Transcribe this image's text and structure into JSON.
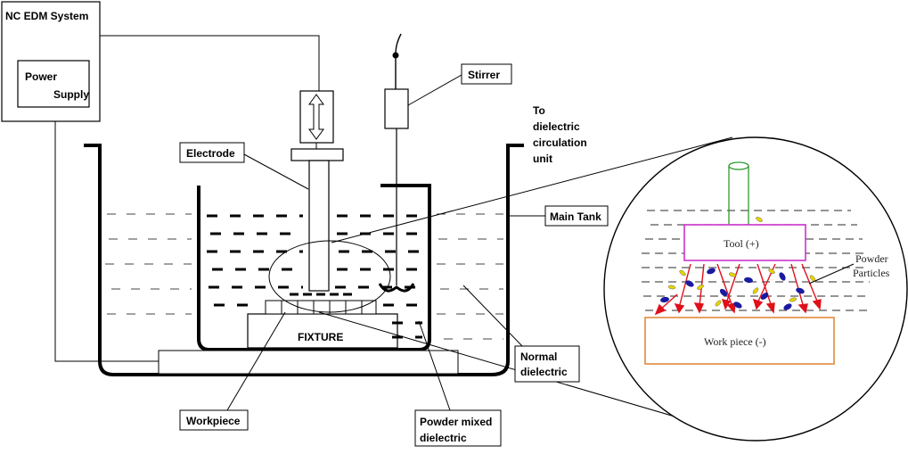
{
  "labels": {
    "nc_edm_system": "NC EDM System",
    "power_supply_line1": "Power",
    "power_supply_line2": "Supply",
    "stirrer": "Stirrer",
    "to_dielectric_line1": "To",
    "to_dielectric_line2": "dielectric",
    "to_dielectric_line3": "circulation",
    "to_dielectric_line4": "unit",
    "electrode": "Electrode",
    "main_tank": "Main Tank",
    "fixture": "FIXTURE",
    "workpiece": "Workpiece",
    "powder_mixed_line1": "Powder mixed",
    "powder_mixed_line2": "dielectric",
    "normal_dielectric_line1": "Normal",
    "normal_dielectric_line2": "dielectric"
  },
  "inset": {
    "tool": "Tool (+)",
    "work_piece": "Work piece (-)",
    "powder_particles_line1": "Powder",
    "powder_particles_line2": "Particles"
  },
  "colors": {
    "line": "#000000",
    "tool_border": "#cc33cc",
    "electrode_inset": "#2e9a2e",
    "workpiece_border": "#e08a3c",
    "spark_red": "#e0101a",
    "particle_blue": "#1a1aa0",
    "particle_yellow": "#e6d400"
  }
}
